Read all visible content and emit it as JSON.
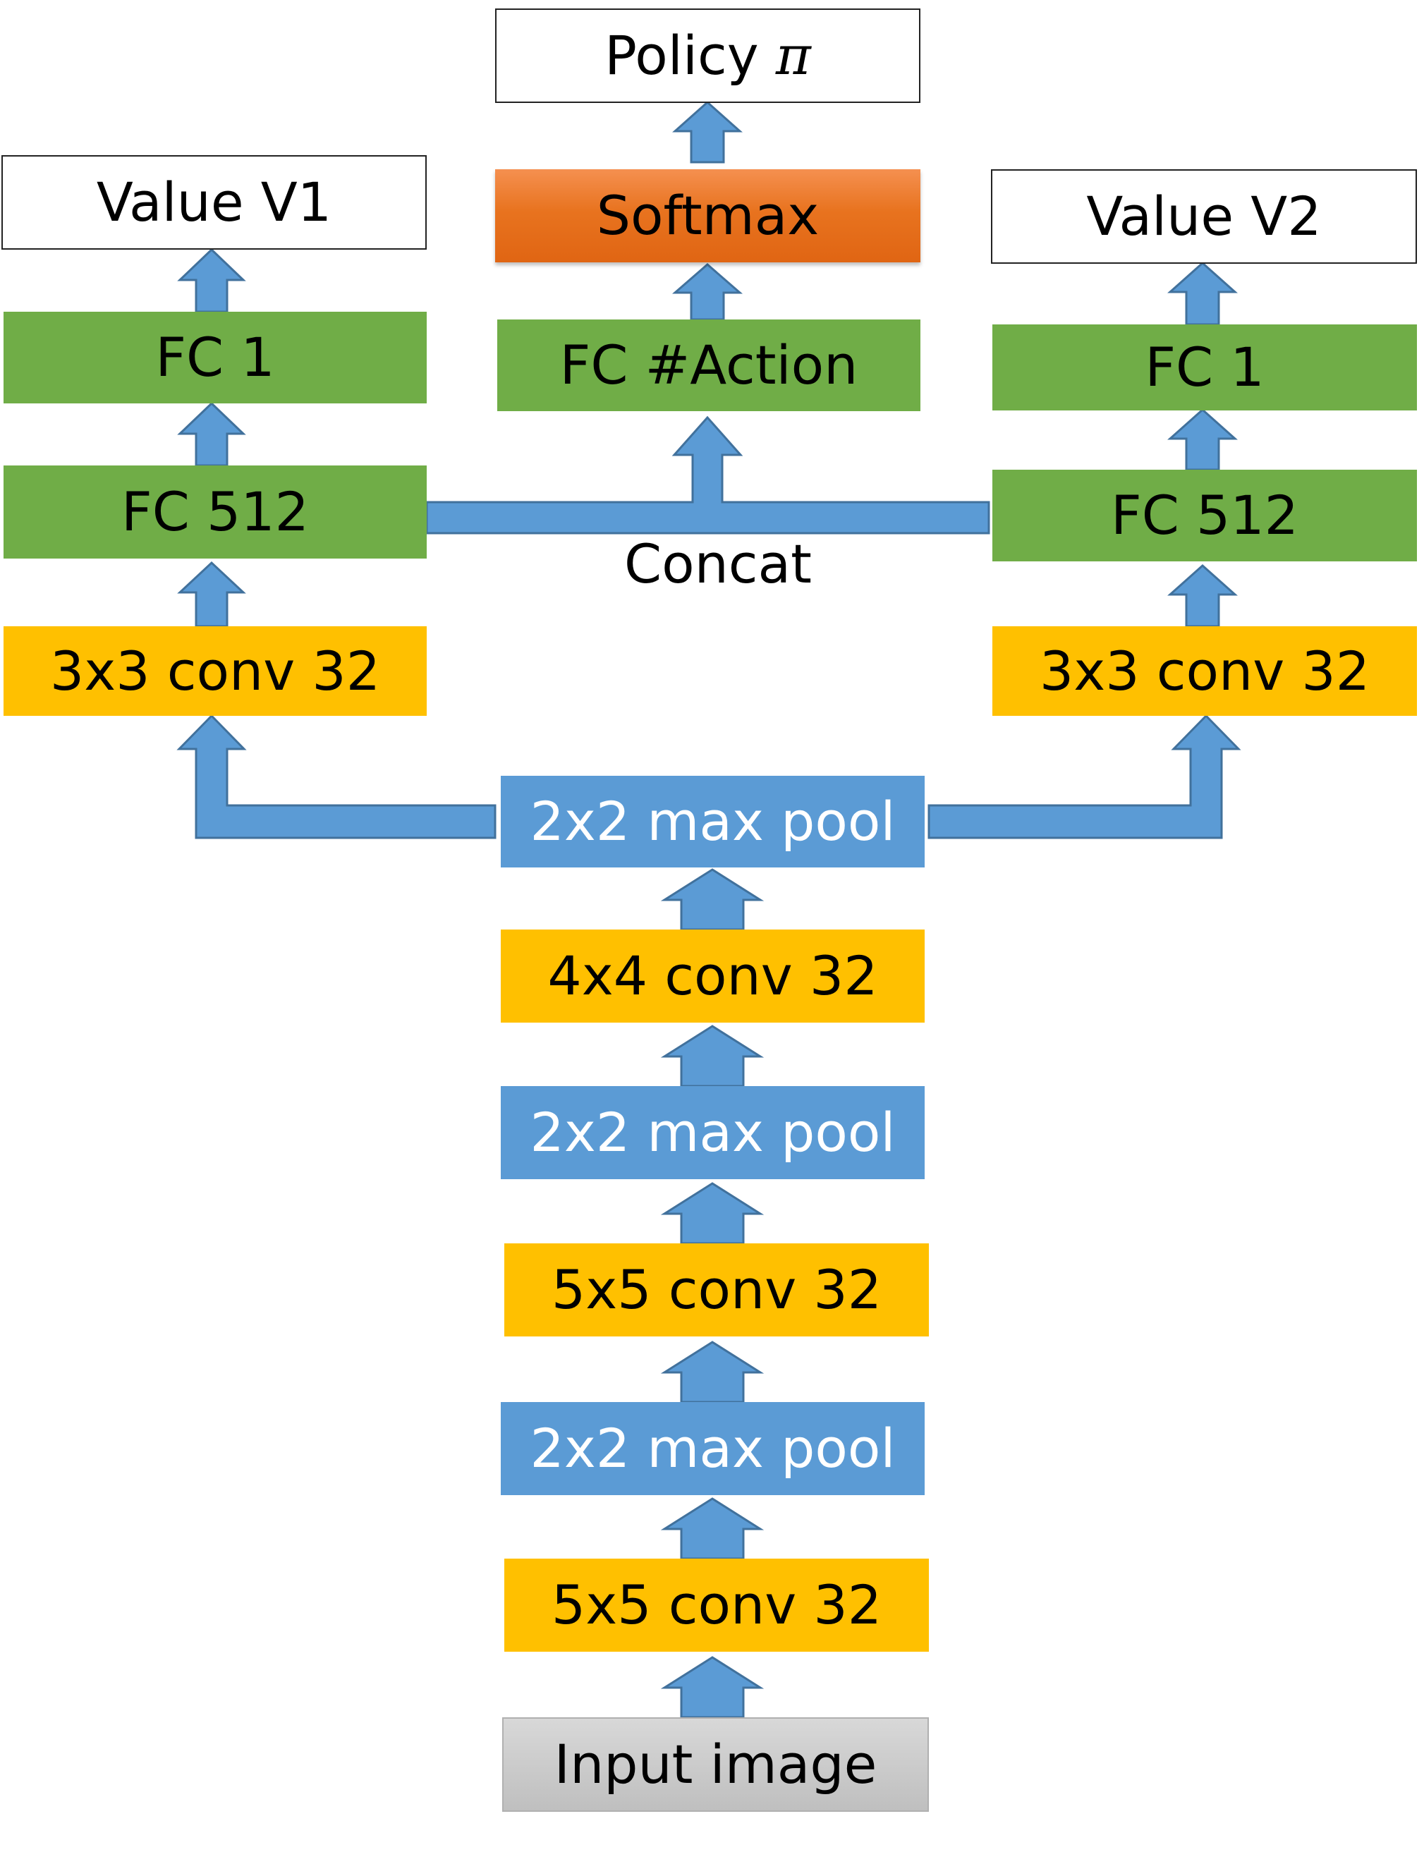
{
  "colors": {
    "green": "#70ad47",
    "yellow": "#ffc000",
    "blue": "#5b9bd5",
    "orange": "#e8731f",
    "gray": "#c8c8c8",
    "arrow": "#5b9bd5",
    "arrow_outline": "#41719c"
  },
  "policy_head": {
    "output": {
      "text": "Policy ",
      "symbol": "π"
    },
    "softmax": "Softmax",
    "fc": "FC #Action"
  },
  "value_head_1": {
    "output": "Value V1",
    "fc_out": "FC 1",
    "fc_hidden": "FC 512",
    "conv": "3x3 conv 32"
  },
  "value_head_2": {
    "output": "Value V2",
    "fc_out": "FC 1",
    "fc_hidden": "FC 512",
    "conv": "3x3 conv 32"
  },
  "concat_label": "Concat",
  "trunk": [
    {
      "id": "pool3",
      "text": "2x2 max pool",
      "kind": "pool"
    },
    {
      "id": "conv3",
      "text": "4x4 conv 32",
      "kind": "conv"
    },
    {
      "id": "pool2",
      "text": "2x2 max pool",
      "kind": "pool"
    },
    {
      "id": "conv2",
      "text": "5x5 conv 32",
      "kind": "conv"
    },
    {
      "id": "pool1",
      "text": "2x2 max pool",
      "kind": "pool"
    },
    {
      "id": "conv1",
      "text": "5x5 conv 32",
      "kind": "conv"
    }
  ],
  "input": "Input image"
}
